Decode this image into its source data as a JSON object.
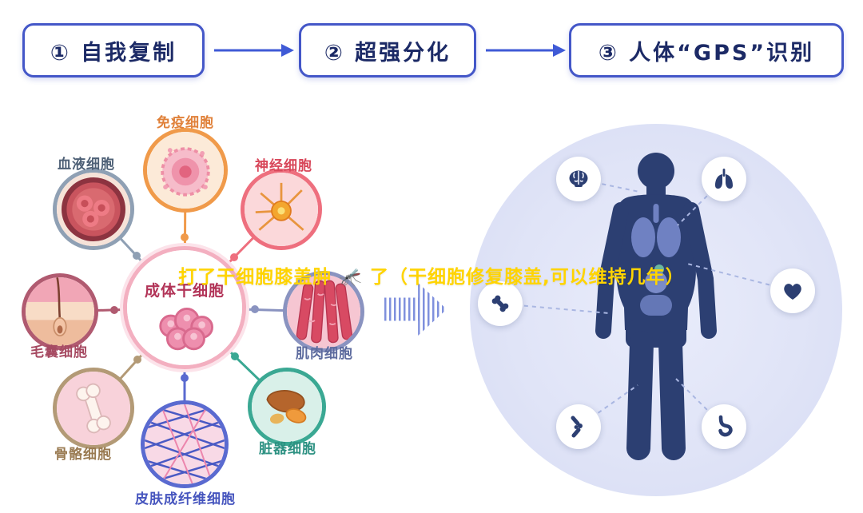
{
  "page": {
    "background": "#ffffff",
    "title_overlay": {
      "text": "打了干细胞膝盖肿 🦟 了（干细胞修复膝盖,可以维持几年）",
      "color": "#ffd400"
    }
  },
  "steps": {
    "border_color": "#4457c8",
    "text_color": "#1c2a66",
    "arrow_color": "#3f5ad6",
    "items": [
      {
        "label": "① 自我复制"
      },
      {
        "label": "② 超强分化"
      },
      {
        "label": "③ 人体“GPS”识别"
      }
    ]
  },
  "stem_cell_diagram": {
    "center": {
      "label": "成体干细胞",
      "color": "#b23458",
      "ring_color": "#f3afc0"
    },
    "cells": [
      {
        "id": "immune",
        "label": "免疫细胞",
        "color": "#e0813a",
        "ring_color": "#f09a4a"
      },
      {
        "id": "blood",
        "label": "血液细胞",
        "color": "#4e6076",
        "ring_color": "#8fa0b4"
      },
      {
        "id": "nerve",
        "label": "神经细胞",
        "color": "#d8475a",
        "ring_color": "#ee6f7e"
      },
      {
        "id": "hair",
        "label": "毛囊细胞",
        "color": "#a64a62",
        "ring_color": "#b05a70"
      },
      {
        "id": "muscle",
        "label": "肌肉细胞",
        "color": "#5d6b9e",
        "ring_color": "#8a93c0"
      },
      {
        "id": "bone",
        "label": "骨骼细胞",
        "color": "#9a7b52",
        "ring_color": "#b39a76"
      },
      {
        "id": "organ",
        "label": "脏器细胞",
        "color": "#2d9182",
        "ring_color": "#3aa893"
      },
      {
        "id": "skin",
        "label": "皮肤成纤维细胞",
        "color": "#4655be",
        "ring_color": "#5a6ad0"
      }
    ]
  },
  "body_map": {
    "background_color": "#e0e4f7",
    "body_color": "#2c3f72",
    "icon_color": "#2c3f72",
    "icons": [
      {
        "name": "brain-icon"
      },
      {
        "name": "lungs-icon"
      },
      {
        "name": "bone-icon"
      },
      {
        "name": "heart-icon"
      },
      {
        "name": "knee-joint-icon"
      },
      {
        "name": "stomach-icon"
      }
    ]
  },
  "transform_arrow": {
    "name": "striped-arrow-icon",
    "color": "#7f90dd"
  }
}
